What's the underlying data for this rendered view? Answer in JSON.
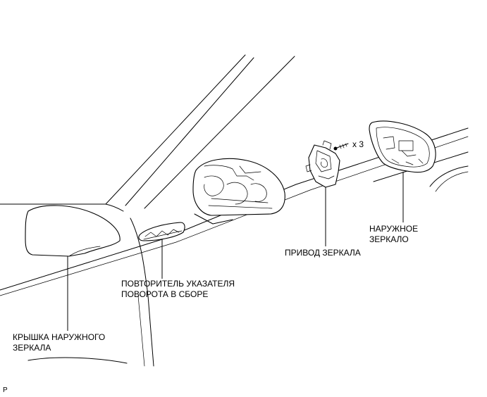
{
  "labels": {
    "mirror_cover": [
      "КРЫШКА НАРУЖНОГО",
      "ЗЕРКАЛА"
    ],
    "turn_signal": [
      "ПОВТОРИТЕЛЬ УКАЗАТЕЛЯ",
      "ПОВОРОТА В СБОРЕ"
    ],
    "mirror_actuator": [
      "ПРИВОД ЗЕРКАЛА"
    ],
    "outer_mirror": [
      "НАРУЖНОЕ",
      "ЗЕРКАЛО"
    ],
    "screw_count": "x 3",
    "corner_mark": "P"
  }
}
